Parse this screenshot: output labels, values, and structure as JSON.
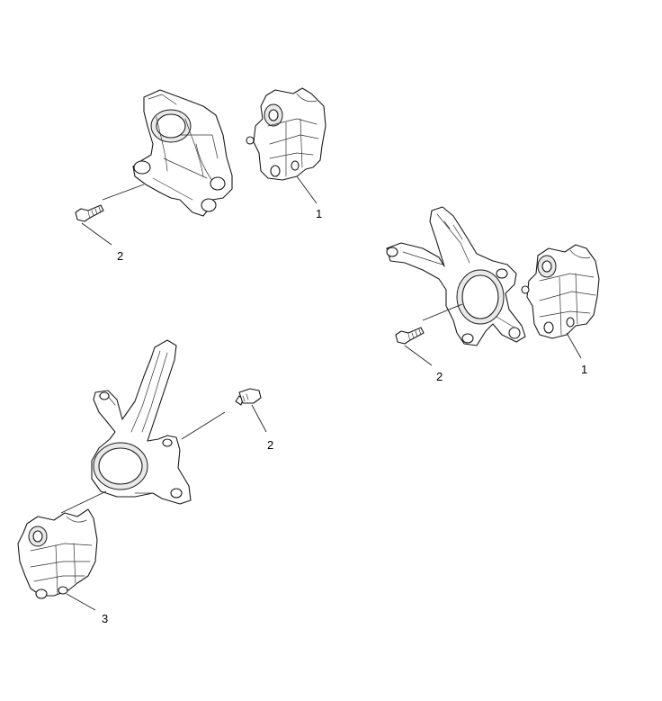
{
  "callouts": {
    "a": "1",
    "b": "2",
    "c": "2",
    "d": "1",
    "e": "2",
    "f": "3"
  }
}
